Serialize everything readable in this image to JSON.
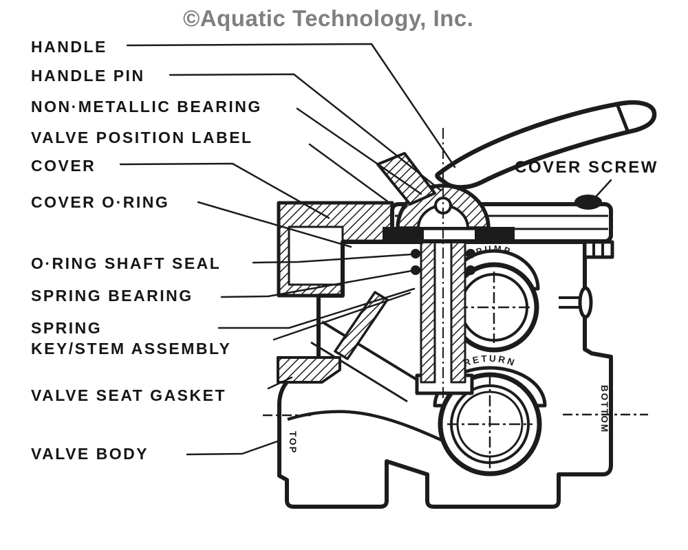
{
  "header": {
    "title": "©Aquatic Technology, Inc."
  },
  "diagram": {
    "subject": "Multiport pool filter valve cross-section parts diagram",
    "labels": {
      "handle": "HANDLE",
      "handle_pin": "HANDLE PIN",
      "non_metallic_bearing": "NON·METALLIC BEARING",
      "valve_position_label": "VALVE POSITION LABEL",
      "cover": "COVER",
      "cover_o_ring": "COVER O·RING",
      "o_ring_shaft_seal": "O·RING SHAFT SEAL",
      "spring_bearing": "SPRING BEARING",
      "spring": "SPRING",
      "key_stem_assembly": "KEY/STEM ASSEMBLY",
      "valve_seat_gasket": "VALVE SEAT GASKET",
      "valve_body": "VALVE BODY",
      "cover_screw": "COVER SCREW"
    },
    "drawing_texts": {
      "pump": "PUMP",
      "return": "RETURN",
      "top": "TOP",
      "bottom": "BOTTOM"
    },
    "colors": {
      "ink": "#1c1c1c",
      "title_gray": "#7f7f7f",
      "background": "#ffffff"
    }
  }
}
